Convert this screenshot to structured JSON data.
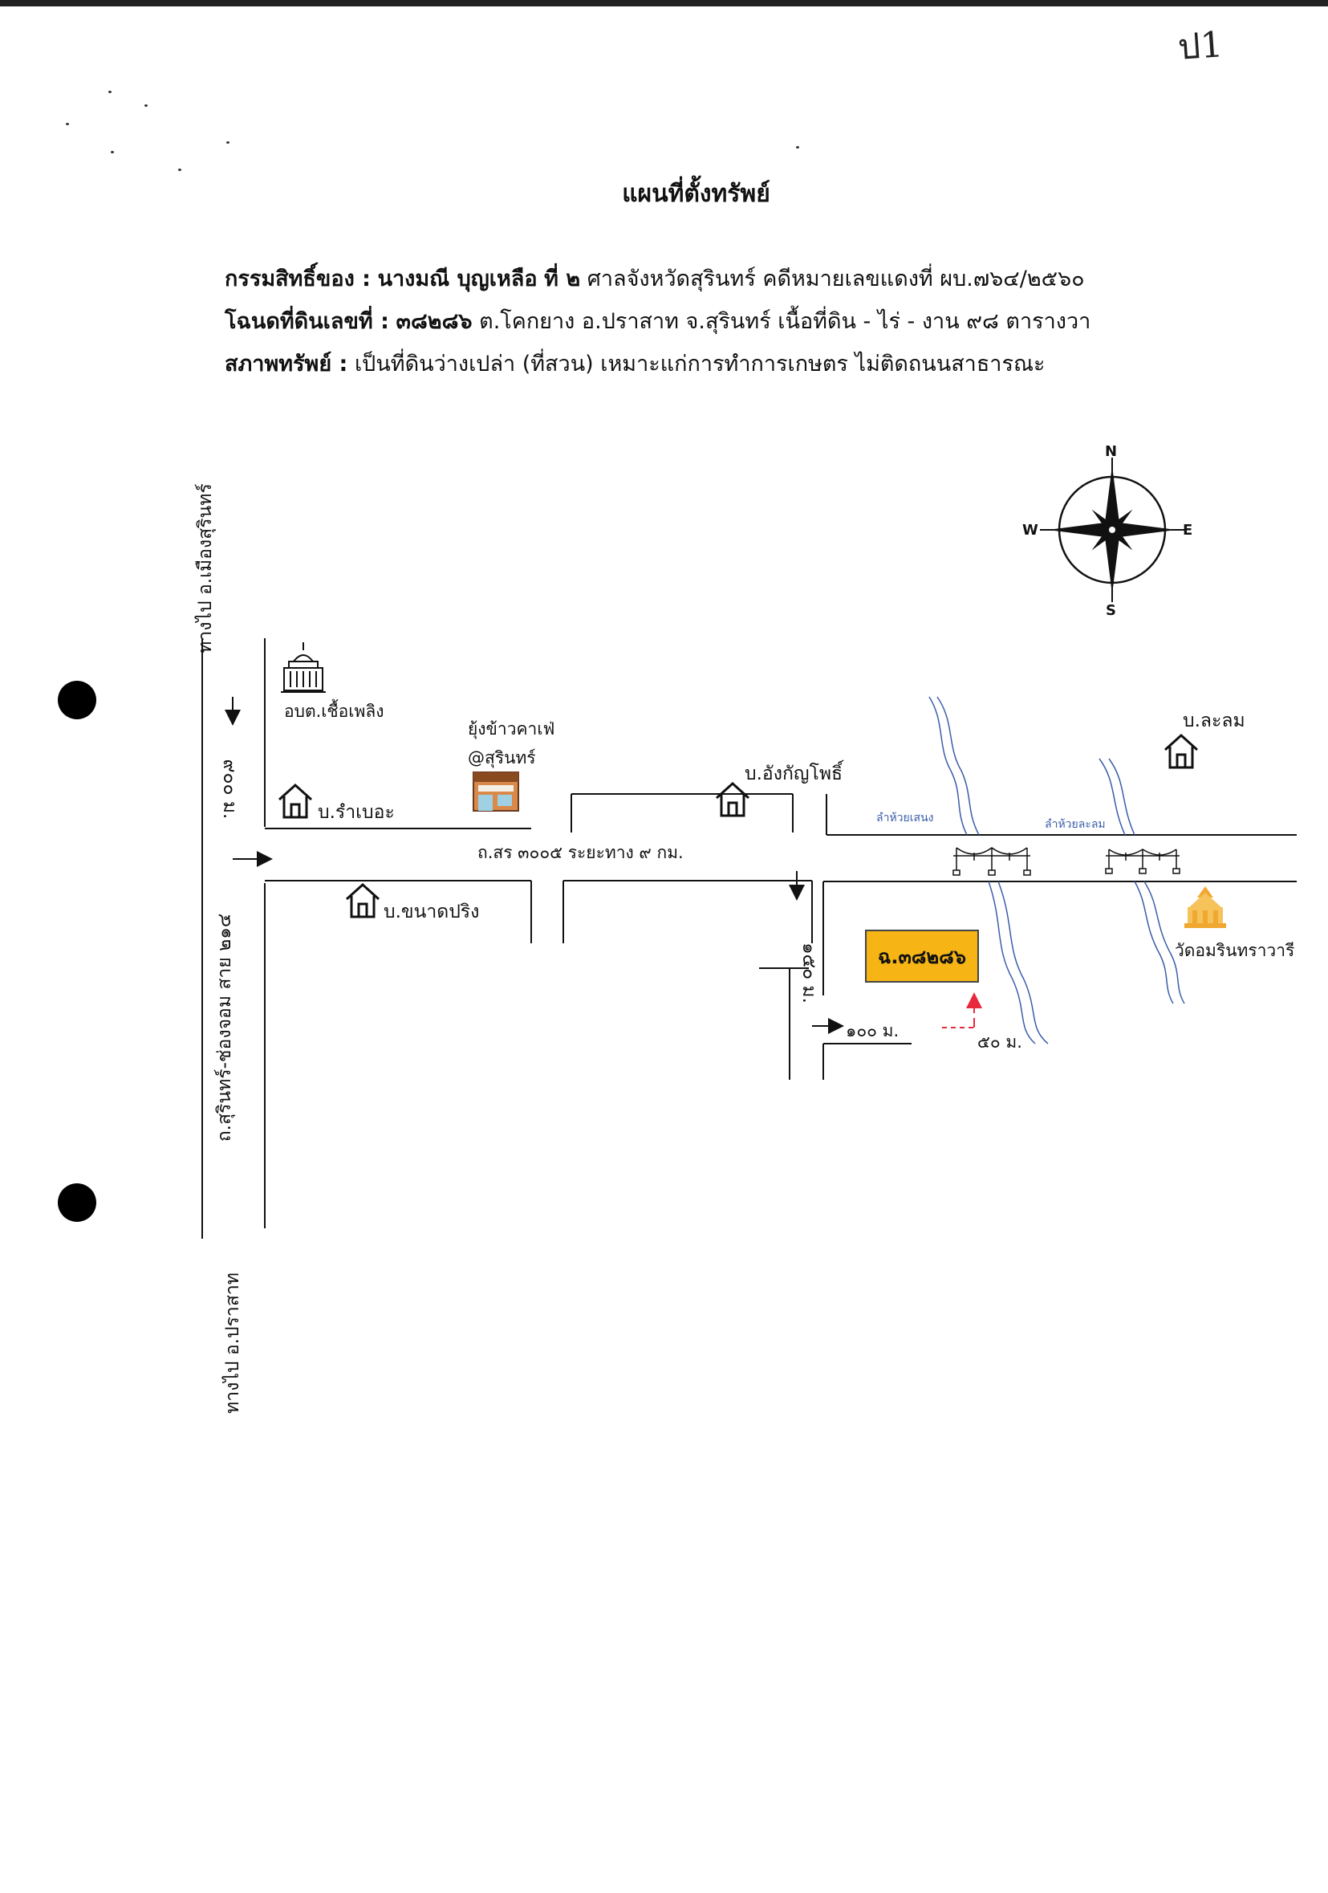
{
  "corner_mark": "ป1",
  "title": "แผนที่ตั้งทรัพย์",
  "info": {
    "owner_label": "กรรมสิทธิ์ของ :",
    "owner_name": "นางมณี  บุญเหลือ",
    "owner_rest_bold": "ที่ ๒",
    "owner_rest": "ศาลจังหวัดสุรินทร์ คดีหมายเลขแดงที่ ผบ.๗๖๔/๒๕๖๐",
    "deed_label": "โฉนดที่ดินเลขที่ :",
    "deed_number": "๓๘๒๘๖",
    "deed_rest": "ต.โคกยาง อ.ปราสาท จ.สุรินทร์ เนื้อที่ดิน - ไร่ - งาน ๙๘ ตารางวา",
    "condition_label": "สภาพทรัพย์ :",
    "condition_text": "เป็นที่ดินว่างเปล่า (ที่สวน) เหมาะแก่การทำการเกษตร ไม่ติดถนนสาธารณะ"
  },
  "compass": {
    "n": "N",
    "s": "S",
    "e": "E",
    "w": "W"
  },
  "map": {
    "road_top_label": "ทางไป อ.เมืองสุรินทร์",
    "road_name_vertical": "ถ.สุรินทร์-ช่องจอม สาย ๒๑๔",
    "road_bottom_label": "ทางไป อ.ปราสาท",
    "dist_900": "๙๐๐ ม.",
    "road_sr_label": "ถ.สร ๓๐๐๕  ระยะทาง ๙ กม.",
    "dist_150": "๑๕๐ ม.",
    "dist_100": "๑๐๐ ม.",
    "dist_50": "๕๐ ม.",
    "plot_label": "ฉ.๓๘๒๘๖",
    "landmarks": {
      "sao": "อบต.เชื้อเพลิง",
      "cafe_line1": "ยุ้งข้าวคาเฟ่",
      "cafe_line2": "@สุรินทร์",
      "village_rambeua": "บ.รำเบอะ",
      "village_angkanpho": "บ.อังกัญโพธิ์",
      "village_lalom": "บ.ละลม",
      "village_khanatpring": "บ.ขนาดปริง",
      "temple": "วัดอมรินทราวารี",
      "stream_1": "ลำห้วยเสนง",
      "stream_2": "ลำห้วยละลม"
    }
  },
  "colors": {
    "plot_fill": "#f7b515",
    "stream": "#3a5da8",
    "arrow_red": "#e8283c",
    "temple_gold": "#f0a830"
  }
}
